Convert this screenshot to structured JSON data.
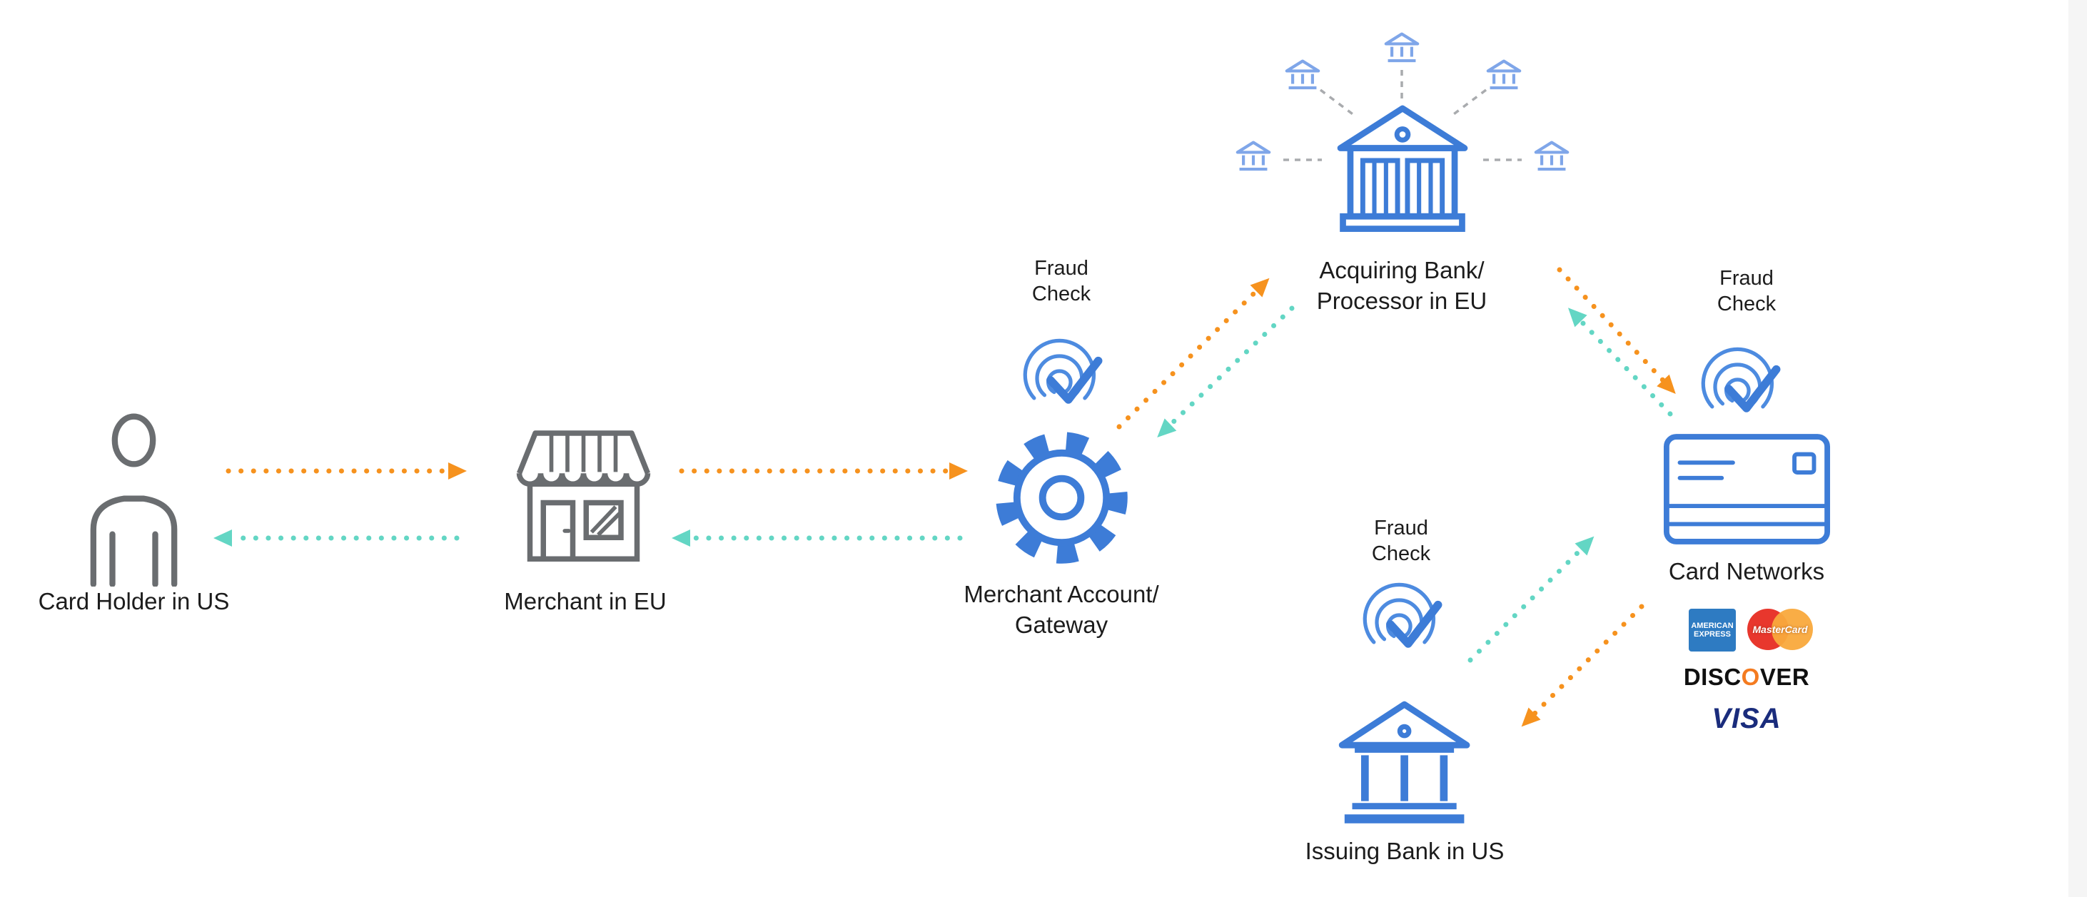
{
  "nodes": {
    "cardholder": {
      "label": "Card Holder in US"
    },
    "merchant": {
      "label": "Merchant in EU"
    },
    "gateway": {
      "label": "Merchant Account/\nGateway"
    },
    "acquirer": {
      "label": "Acquiring Bank/\nProcessor in EU"
    },
    "card_networks": {
      "label": "Card Networks"
    },
    "issuer": {
      "label": "Issuing Bank in US"
    }
  },
  "fraud_checks": {
    "gateway": {
      "label": "Fraud\nCheck"
    },
    "networks": {
      "label": "Fraud\nCheck"
    },
    "issuer": {
      "label": "Fraud\nCheck"
    }
  },
  "brands": {
    "amex_line1": "AMERICAN",
    "amex_line2": "EXPRESS",
    "mastercard": "MasterCard",
    "discover_pre": "DISC",
    "discover_o": "O",
    "discover_post": "VER",
    "visa": "VISA"
  },
  "colors": {
    "forward_arrow": "#F6921E",
    "return_arrow": "#63D6C4",
    "icon_blue": "#3D7CD7",
    "icon_gray": "#6A6D70",
    "small_bank_blue": "#7FA6E9",
    "connector_gray": "#A9ABAE",
    "amex_blue": "#2E7BC2",
    "mastercard_red": "#E8372D",
    "mastercard_orange": "#F9A93C",
    "discover_orange": "#F47B20",
    "visa_blue": "#1A2C7C"
  }
}
